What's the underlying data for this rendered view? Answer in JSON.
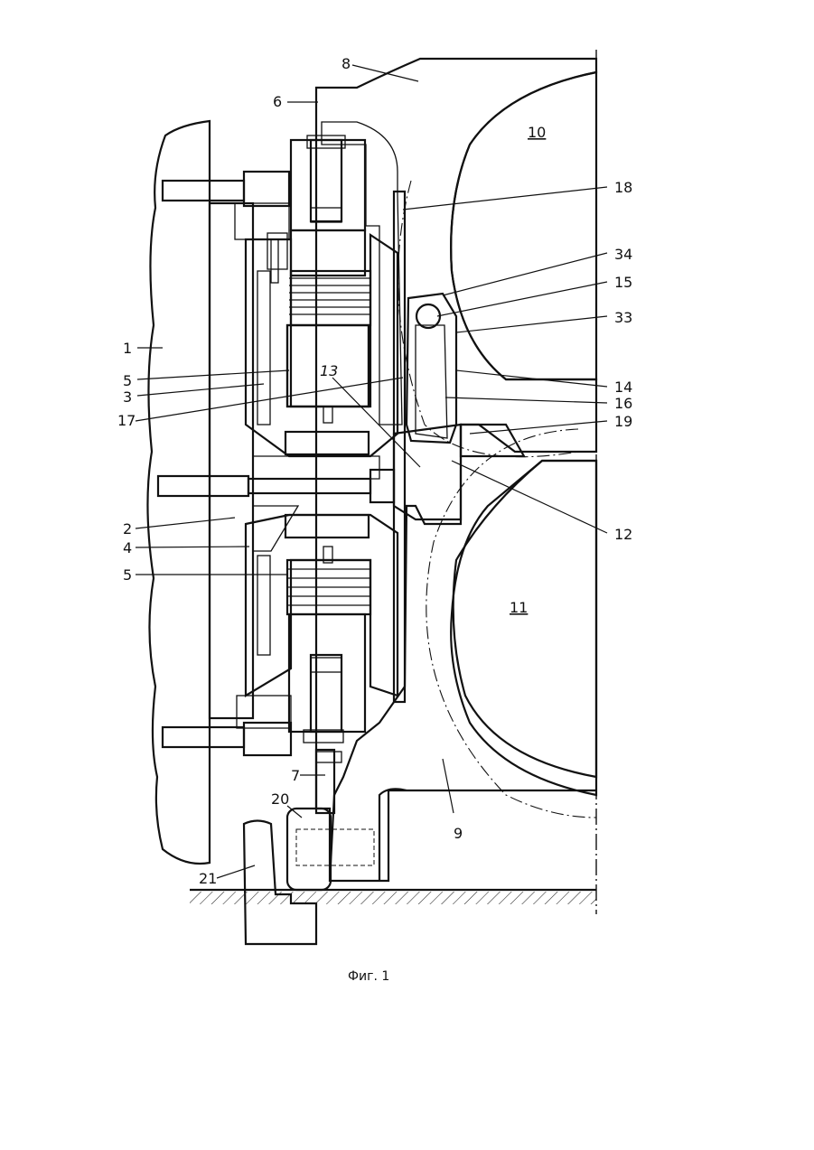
{
  "figure": {
    "caption": "Фиг. 1",
    "labels": {
      "p1": "1",
      "p2": "2",
      "p3": "3",
      "p4": "4",
      "p5a": "5",
      "p5b": "5",
      "p6": "6",
      "p7": "7",
      "p8": "8",
      "p9": "9",
      "p10": "10",
      "p11": "11",
      "p12": "12",
      "p13": "13",
      "p14": "14",
      "p15": "15",
      "p16": "16",
      "p17": "17",
      "p18": "18",
      "p19": "19",
      "p20": "20",
      "p21": "21",
      "p33": "33",
      "p34": "34"
    }
  }
}
